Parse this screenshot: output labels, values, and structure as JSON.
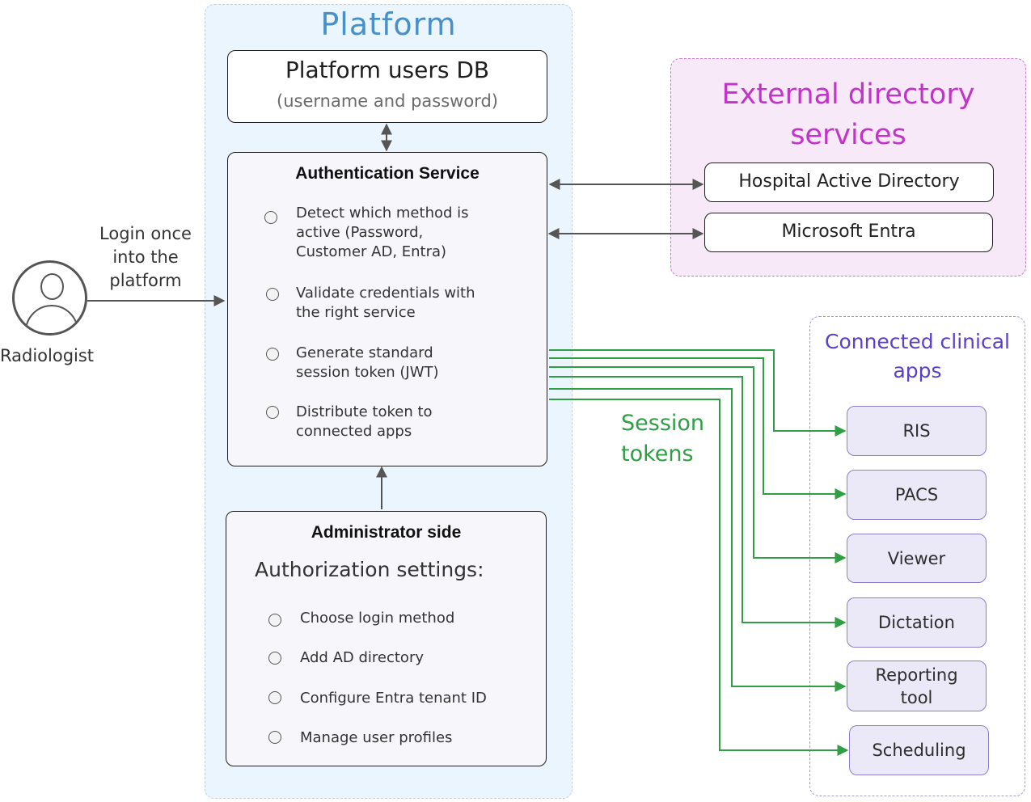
{
  "platform": {
    "title": "Platform",
    "users_db": {
      "title": "Platform users DB",
      "subtitle": "(username and password)"
    },
    "auth_service": {
      "title": "Authentication Service",
      "items": [
        "Detect which method is active (Password, Customer AD, Entra)",
        "Validate credentials with the right service",
        "Generate standard session token (JWT)",
        "Distribute token to connected apps"
      ]
    },
    "admin": {
      "title": "Administrator side",
      "subtitle": "Authorization settings:",
      "items": [
        "Choose login method",
        "Add AD directory",
        "Configure Entra tenant ID",
        "Manage user profiles"
      ]
    }
  },
  "external": {
    "title": "External directory services",
    "items": [
      "Hospital Active Directory",
      "Microsoft Entra"
    ]
  },
  "apps": {
    "title": "Connected clinical apps",
    "items": [
      "RIS",
      "PACS",
      "Viewer",
      "Dictation",
      "Reporting tool",
      "Scheduling"
    ]
  },
  "user": {
    "label": "Radiologist",
    "login_label": "Login once into the platform"
  },
  "tokens_label": "Session tokens",
  "colors": {
    "platform_bg": "#eaf5fd",
    "platform_title": "#4a90c8",
    "external_bg": "#f8e9f8",
    "external_title": "#c234c9",
    "apps_title": "#5a40c8",
    "app_box_bg": "#ebe8f7",
    "token_arrows": "#2f9e44"
  },
  "icons": {
    "user": "user-avatar-icon",
    "item_marker": "radio-circle-icon"
  }
}
